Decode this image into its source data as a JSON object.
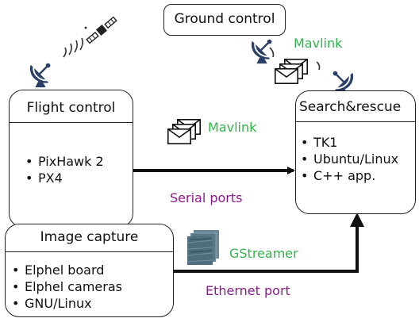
{
  "ground_control": {
    "title": "Ground control"
  },
  "flight_control": {
    "title": "Flight control",
    "items": [
      "PixHawk 2",
      "PX4"
    ]
  },
  "search_rescue": {
    "title": "Search&rescue",
    "items": [
      "TK1",
      "Ubuntu/Linux",
      "C++ app."
    ]
  },
  "image_capture": {
    "title": "Image capture",
    "items": [
      "Elphel board",
      "Elphel cameras",
      "GNU/Linux"
    ]
  },
  "links": {
    "mavlink_radio": "Mavlink",
    "mavlink_serial": "Mavlink",
    "serial_ports": "Serial ports",
    "gstreamer": "GStreamer",
    "ethernet_port": "Ethernet port"
  },
  "colors": {
    "protocol_label": "#2fb54a",
    "port_label": "#8b1a8b",
    "antenna": "#2a3f66"
  },
  "icons": [
    "satellite-icon",
    "satellite-dish-icon",
    "radio-waves-icon",
    "envelope-stack-icon",
    "video-frames-icon"
  ]
}
